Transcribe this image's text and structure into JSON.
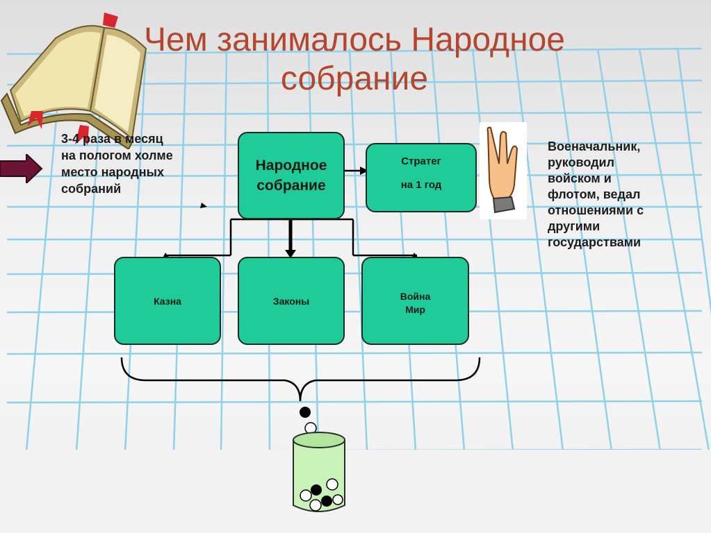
{
  "slide": {
    "title_line1": "Чем занималось Народное",
    "title_line2": "собрание"
  },
  "left_note": {
    "line1": "3-4 раза в месяц",
    "line2": "на пологом холме",
    "line3": "место народных",
    "line4": "собраний"
  },
  "diagram": {
    "assembly": {
      "line1": "Народное",
      "line2": "собрание"
    },
    "strateg": {
      "line1": "Стратег",
      "line2": "на 1 год"
    },
    "treasury": "Казна",
    "laws": "Законы",
    "war_peace": {
      "line1": "Война",
      "line2": "Мир"
    }
  },
  "right_note": {
    "line1": "Военачальник,",
    "line2": "руководил",
    "line3": "войском и",
    "line4": "флотом, ведал",
    "line5": "отношениями с",
    "line6": "другими",
    "line7": "государствами"
  },
  "colors": {
    "box_fill": "#1fcc99",
    "title": "#b5452c",
    "grid": "#7fc6e2",
    "arrow": "#6b1436"
  },
  "icons": [
    "open-book-icon",
    "arrow-right-icon",
    "raised-hand-icon",
    "voting-urn-icon",
    "pebble-icon"
  ]
}
